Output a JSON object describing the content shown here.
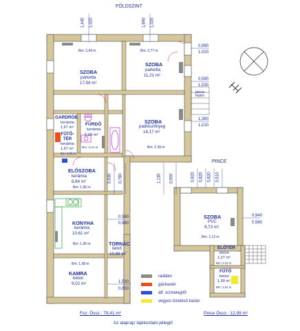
{
  "floor_title": "FÖLDSZINT",
  "basement_title": "PINCE",
  "rooms": [
    {
      "id": "szoba1",
      "name": "SZOBA",
      "floor": "parketta",
      "area": "17,54 m²",
      "bm": "Bm: 2,94 m"
    },
    {
      "id": "szoba2",
      "name": "SZOBA",
      "floor": "parketta",
      "area": "11,21 m²",
      "bm": "Bm: 2,77 m"
    },
    {
      "id": "szoba3",
      "name": "SZOBA",
      "floor": "padlószőnyeg",
      "area": "14,17 m²",
      "bm": "Bm: 2,38 m"
    },
    {
      "id": "gardrob",
      "name": "GARDRÓB",
      "floor": "kerámia",
      "area": "1,67 m²"
    },
    {
      "id": "futoter1",
      "name": "FŰTŐ-TÉR",
      "floor": "kerámia",
      "area": "1,67 m²",
      "bm": "Bm: 2,60 m"
    },
    {
      "id": "furdo",
      "name": "FÜRDŐ",
      "floor": "kerámia",
      "area": "6,68 m²",
      "bm": "Bm: 2,41 m"
    },
    {
      "id": "eloszoba",
      "name": "ELŐSZOBA",
      "floor": "kerámia",
      "area": "6,64 m²",
      "bm": "Bm: 1,96 m"
    },
    {
      "id": "konyha",
      "name": "KONYHA",
      "floor": "kerámia",
      "area": "10,61 m²",
      "bm": "Bm: 1,96 m"
    },
    {
      "id": "tornac",
      "name": "TORNÁC",
      "floor": "térkő",
      "area": "10,69 m²"
    },
    {
      "id": "kamra",
      "name": "KAMRA",
      "floor": "beton",
      "area": "9,02 m²",
      "bm": "Bm: 1,98 m"
    },
    {
      "id": "szoba_pince",
      "name": "SZOBA",
      "floor": "PVC",
      "area": "9,73 m²",
      "bm": "Bm: 2,12 m"
    },
    {
      "id": "eloter",
      "name": "ELŐTÉR",
      "floor": "beton",
      "area": "1,27 m²",
      "bm": "Bm: 2,23 m"
    },
    {
      "id": "futo2",
      "name": "FŰTŐ",
      "floor": "beton",
      "area": "1,99 m²",
      "bm": "Bm: 1,91 m"
    }
  ],
  "pince_lejaro": "pince-\nlejáró",
  "dims": {
    "d1440": "1,440",
    "d1020": "1,020",
    "d1690": "1,690",
    "d1020b": "1,020",
    "d0990": "0,990",
    "d1020c": "1,020",
    "d0590": "0,590",
    "d1030": "1,030",
    "d1360": "1,360",
    "d1010": "1,010",
    "d0630": "0,630",
    "d0780": "0,780",
    "d1130": "1,130",
    "d0900": "0,900",
    "d0580": "0,580",
    "d0960": "0,960",
    "d0820": "0,820",
    "d0820b": "0,820",
    "d0820c": "0,820",
    "d0510": "0,510",
    "d0940": "0,940",
    "d0560": "0,560",
    "d1530": "1,530",
    "d0850": "0,850"
  },
  "legend": [
    {
      "label": "radiátor",
      "color": "#8a8a8a"
    },
    {
      "label": "gázkazán",
      "color": "#e8501e"
    },
    {
      "label": "átf. vízmelegítő",
      "color": "#2a4fd8"
    },
    {
      "label": "vegyes tüzelésű kazán",
      "color": "#f2ea2a"
    }
  ],
  "totals": {
    "ground": "Fsz. Össz.: 79,41 m²",
    "basement": "Pince Össz.: 12,99 m²"
  },
  "note": "Az alaprajz tájékoztató jellegű!",
  "colors": {
    "wall": "#d4c59a",
    "wall_edge": "#4b4b4b",
    "text": "#1a2ca0",
    "furniture": "#2fa03a",
    "bath": "#c02ac8"
  }
}
